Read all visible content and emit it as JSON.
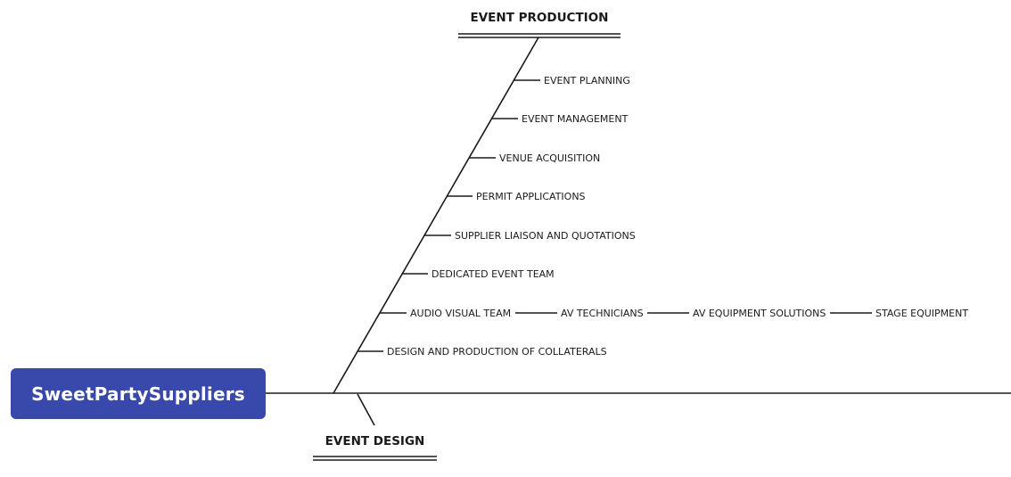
{
  "root": {
    "label": "SweetPartySuppliers",
    "color": "#3949ab"
  },
  "categories": [
    {
      "label": "EVENT PRODUCTION",
      "items": [
        {
          "label": "EVENT PLANNING"
        },
        {
          "label": "EVENT MANAGEMENT"
        },
        {
          "label": "VENUE ACQUISITION"
        },
        {
          "label": "PERMIT APPLICATIONS"
        },
        {
          "label": "SUPPLIER LIAISON AND QUOTATIONS"
        },
        {
          "label": "DEDICATED EVENT TEAM"
        },
        {
          "label": "AUDIO VISUAL TEAM",
          "children": [
            "AV TECHNICIANS",
            "AV EQUIPMENT SOLUTIONS",
            "STAGE EQUIPMENT"
          ]
        },
        {
          "label": "DESIGN AND PRODUCTION OF COLLATERALS"
        }
      ]
    },
    {
      "label": "EVENT DESIGN",
      "items": []
    }
  ]
}
